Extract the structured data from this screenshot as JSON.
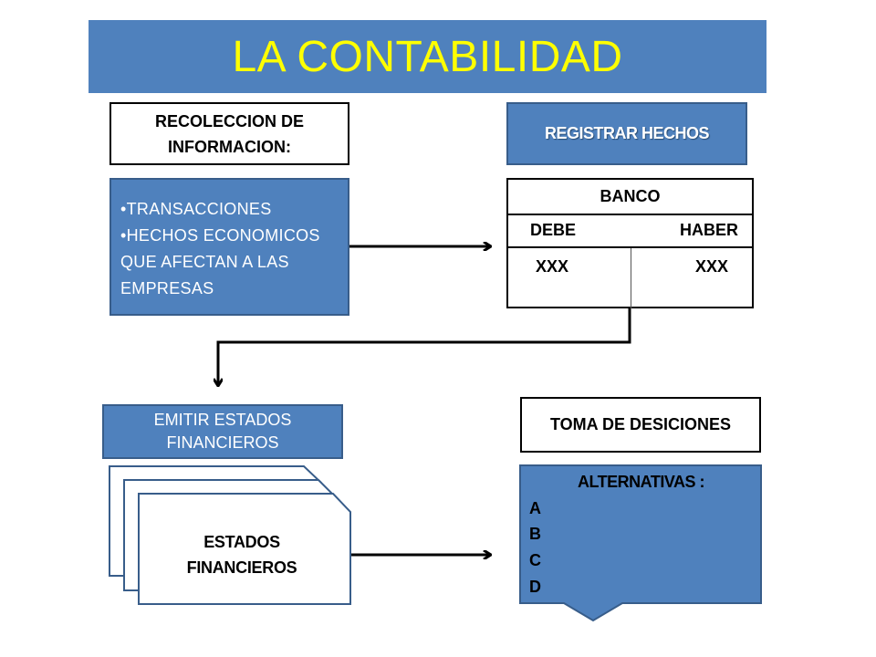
{
  "title": "LA CONTABILIDAD",
  "recoleccion": {
    "line1": "RECOLECCION DE",
    "line2": "INFORMACION:"
  },
  "registrar": "REGISTRAR HECHOS",
  "transacciones": {
    "items": [
      "•TRANSACCIONES",
      "•HECHOS ECONOMICOS",
      "QUE AFECTAN A LAS",
      "EMPRESAS"
    ]
  },
  "banco": {
    "title": "BANCO",
    "debe": "DEBE",
    "haber": "HABER",
    "debe_value": "XXX",
    "haber_value": "XXX"
  },
  "emitir": {
    "line1": "EMITIR ESTADOS",
    "line2": "FINANCIEROS"
  },
  "estados": {
    "line1": "ESTADOS",
    "line2": "FINANCIEROS"
  },
  "toma": "TOMA DE DESICIONES",
  "alternativas": {
    "title": "ALTERNATIVAS :",
    "items": [
      "A",
      "B",
      "C",
      "D"
    ]
  },
  "colors": {
    "accent_blue": "#4f81bd",
    "title_text": "#ffff00",
    "border_dark_blue": "#385d8a"
  }
}
